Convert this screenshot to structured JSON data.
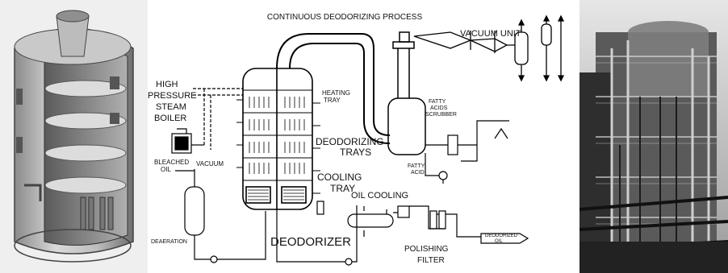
{
  "diagram": {
    "title": "CONTINUOUS DEODORIZING PROCESS",
    "labels": {
      "vacuum_unit": "VACUUM UNIT",
      "boiler": [
        "HIGH",
        "PRESSURE",
        "STEAM",
        "BOILER"
      ],
      "heating_tray": [
        "HEATING",
        "TRAY"
      ],
      "fatty_acids_scrubber": [
        "FATTY",
        "ACIDS",
        "SCRUBBER"
      ],
      "deodorizing_trays": [
        "DEODORIZING",
        "TRAYS"
      ],
      "bleached_oil": [
        "BLEACHED",
        "OIL"
      ],
      "vacuum": "VACUUM",
      "fatty_acid": [
        "FATTY",
        "ACID"
      ],
      "cooling_tray": [
        "COOLING",
        "TRAY"
      ],
      "oil_cooling": "OIL COOLING",
      "deodorized_oil": [
        "DEODORIZED",
        "OIL"
      ],
      "deaeration": "DEAERATION",
      "deodorizer": "DEODORIZER",
      "polishing_filter": [
        "POLISHING",
        "FILTER"
      ]
    }
  }
}
